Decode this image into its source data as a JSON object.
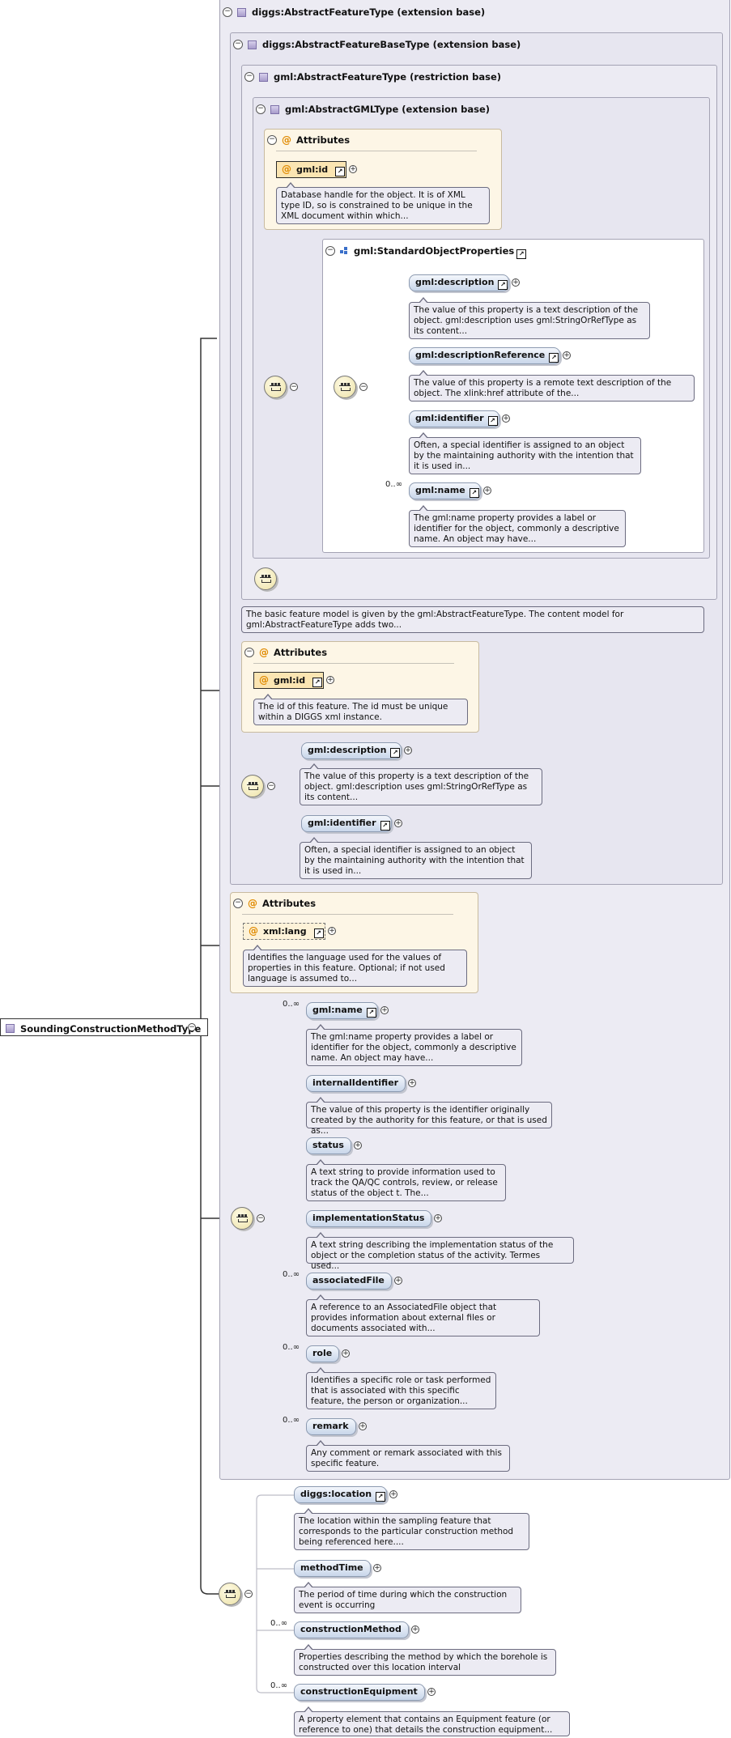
{
  "root": {
    "label": "SoundingConstructionMethodType"
  },
  "frames": {
    "diggs_feature": "diggs:AbstractFeatureType (extension base)",
    "diggs_featurebase": "diggs:AbstractFeatureBaseType (extension base)",
    "gml_feature": "gml:AbstractFeatureType (restriction base)",
    "gml_gmltype": "gml:AbstractGMLType (extension base)",
    "std_props": "gml:StandardObjectProperties"
  },
  "attributes_label": "Attributes",
  "gml_gmltype_attr": {
    "name": "gml:id",
    "doc": "Database handle for the object. It is of XML type ID, so is constrained to be unique in the XML document within which..."
  },
  "std_props": {
    "description": {
      "name": "gml:description",
      "doc": "The value of this property is a text description of the object. gml:description uses gml:StringOrRefType as its content..."
    },
    "descriptionReference": {
      "name": "gml:descriptionReference",
      "doc": "The value of this property is a remote text description of the object. The xlink:href attribute of the..."
    },
    "identifier": {
      "name": "gml:identifier",
      "doc": "Often, a special identifier is assigned to an object by the maintaining authority with the intention that it is used in..."
    },
    "name": {
      "name": "gml:name",
      "card": "0..∞",
      "doc": "The gml:name property provides a label or identifier for the object, commonly a descriptive name. An object may have..."
    }
  },
  "gml_feature_doc": "The basic feature model is given by the gml:AbstractFeatureType. The content model for gml:AbstractFeatureType adds two...",
  "featurebase_attr": {
    "name": "gml:id",
    "doc": "The id of this feature. The id must be unique within a DIGGS xml instance."
  },
  "featurebase_seq": {
    "description": {
      "name": "gml:description",
      "doc": "The value of this property is a text description of the object. gml:description uses gml:StringOrRefType as its content..."
    },
    "identifier": {
      "name": "gml:identifier",
      "doc": "Often, a special identifier is assigned to an object by the maintaining authority with the intention that it is used in..."
    }
  },
  "feature_attr": {
    "name": "xml:lang",
    "doc": "Identifies the language used for the values of properties in this feature. Optional; if not used language is assumed to..."
  },
  "feature_seq": {
    "name": {
      "name": "gml:name",
      "card": "0..∞",
      "doc": "The gml:name property provides a label or identifier for the object, commonly a descriptive name. An object may have..."
    },
    "internalIdentifier": {
      "name": "internalIdentifier",
      "doc": "The value of this property is the identifier originally created by the authority for this feature, or that is used as..."
    },
    "status": {
      "name": "status",
      "doc": "A text string to provide information used to track the QA/QC controls, review, or release status of the object t. The..."
    },
    "implementationStatus": {
      "name": "implementationStatus",
      "doc": "A text string describing the implementation status of the object or the completion status of the activity. Termes used..."
    },
    "associatedFile": {
      "name": "associatedFile",
      "card": "0..∞",
      "doc": "A reference to an AssociatedFile object that provides information about external files or documents associated with..."
    },
    "role": {
      "name": "role",
      "card": "0..∞",
      "doc": "Identifies a specific role or task performed that is associated with this specific feature, the person or organization..."
    },
    "remark": {
      "name": "remark",
      "card": "0..∞",
      "doc": "Any comment or remark associated with this specific feature."
    }
  },
  "own_seq": {
    "location": {
      "name": "diggs:location",
      "doc": "The location within the sampling feature that corresponds to the particular construction method being referenced here...."
    },
    "methodTime": {
      "name": "methodTime",
      "doc": "The period of time during which the construction event is occurring"
    },
    "constructionMethod": {
      "name": "constructionMethod",
      "card": "0..∞",
      "doc": "Properties describing the method by which the borehole is constructed over this location interval"
    },
    "constructionEquipment": {
      "name": "constructionEquipment",
      "card": "0..∞",
      "doc": "A property element that contains an Equipment feature (or reference to one) that details the construction equipment..."
    }
  }
}
